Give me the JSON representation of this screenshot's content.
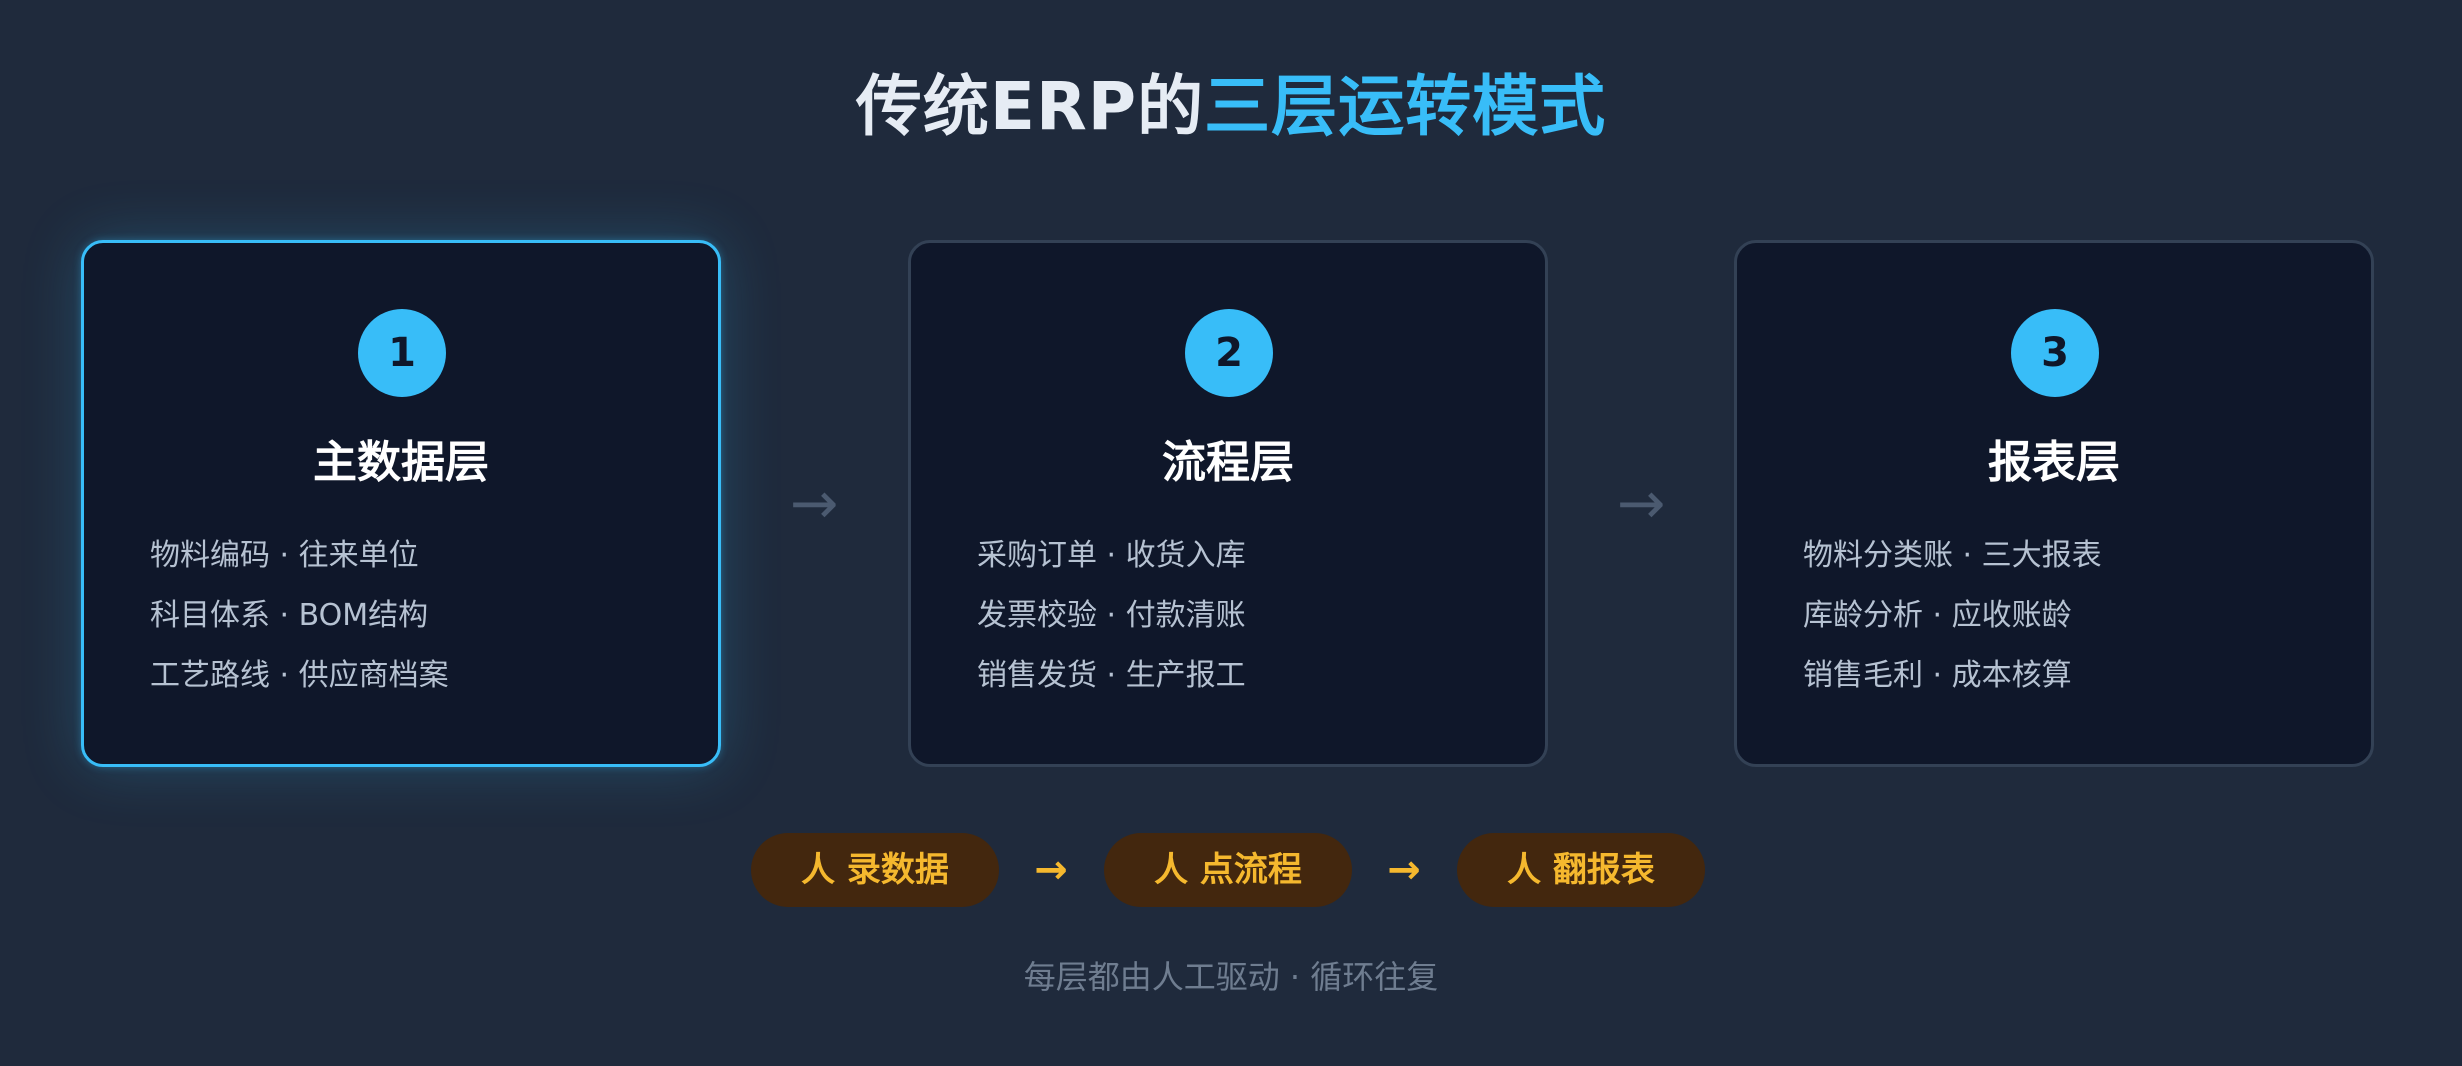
{
  "title": {
    "main": "传统ERP的",
    "accent": "三层运转模式"
  },
  "cards": [
    {
      "number": "1",
      "title": "主数据层",
      "items": [
        "物料编码 · 往来单位",
        "科目体系 · BOM结构",
        "工艺路线 · 供应商档案"
      ]
    },
    {
      "number": "2",
      "title": "流程层",
      "items": [
        "采购订单 · 收货入库",
        "发票校验 · 付款清账",
        "销售发货 · 生产报工"
      ]
    },
    {
      "number": "3",
      "title": "报表层",
      "items": [
        "物料分类账 · 三大报表",
        "库龄分析 · 应收账龄",
        "销售毛利 · 成本核算"
      ]
    }
  ],
  "arrows": [
    "→",
    "→"
  ],
  "pills": [
    "人 录数据",
    "人 点流程",
    "人 翻报表"
  ],
  "pill_arrows": [
    "→",
    "→"
  ],
  "footer": "每层都由人工驱动 · 循环往复",
  "colors": {
    "background": "#1f2a3c",
    "accent": "#38bdf8",
    "card": "#0f172a",
    "pill_bg": "#43270e",
    "pill_text": "#f5b82e"
  }
}
